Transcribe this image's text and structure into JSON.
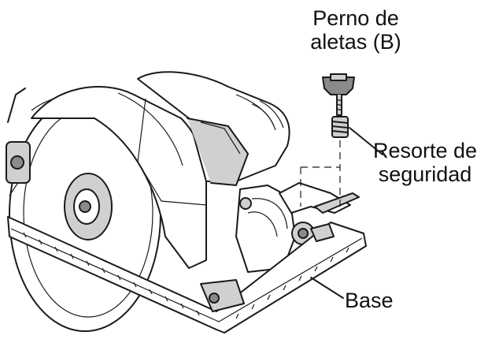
{
  "labels": {
    "wing_bolt_line1": "Perno de",
    "wing_bolt_line2": "aletas (B)",
    "spring_line1": "Resorte de",
    "spring_line2": "seguridad",
    "base": "Base"
  },
  "colors": {
    "ink": "#1a1a1a",
    "metal_light": "#d0d0d0",
    "metal_dark": "#8a8a8a",
    "background": "#ffffff"
  }
}
